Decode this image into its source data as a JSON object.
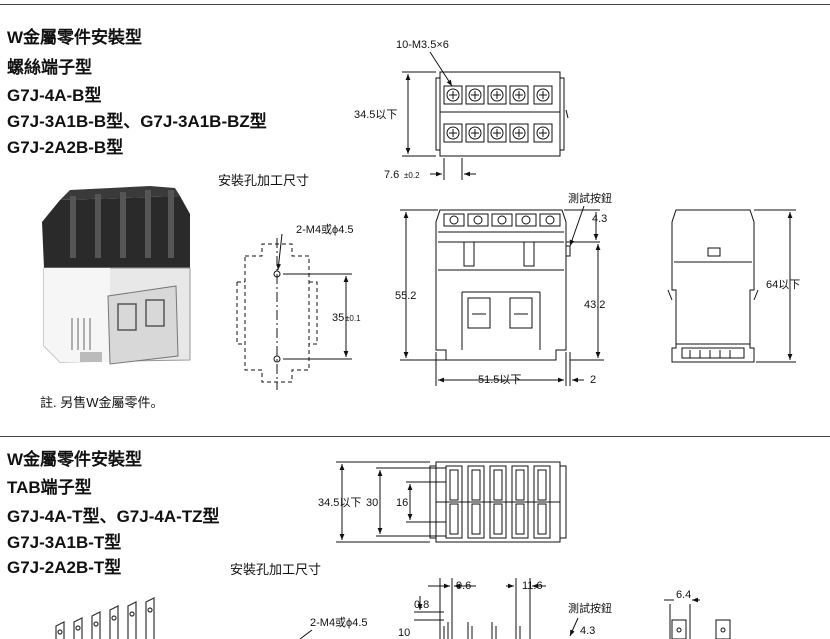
{
  "section1": {
    "title_lines": [
      "W金屬零件安裝型",
      "螺絲端子型",
      "G7J-4A-B型",
      "G7J-3A1B-B型、G7J-3A1B-BZ型",
      "G7J-2A2B-B型"
    ],
    "mount_hole_label": "安裝孔加工尺寸",
    "note": "註. 另售W金屬零件。",
    "dims": {
      "screw": "10-M3.5×6",
      "height_top": "34.5以下",
      "pitch": "7.6",
      "pitch_tol": "±0.2",
      "test_button": "測試按鈕",
      "d43": "4.3",
      "hole": "2-M4或ϕ4.5",
      "hole_pitch": "35",
      "hole_tol": "±0.1",
      "h552": "55.2",
      "h432": "43.2",
      "w515": "51.5以下",
      "d2": "2",
      "h64": "64以下"
    }
  },
  "section2": {
    "title_lines": [
      "W金屬零件安裝型",
      "TAB端子型",
      "G7J-4A-T型、G7J-4A-TZ型",
      "G7J-3A1B-T型",
      "G7J-2A2B-T型"
    ],
    "mount_hole_label": "安裝孔加工尺寸",
    "dims": {
      "h345": "34.5以下",
      "d30": "30",
      "d16": "16",
      "d96": "9.6",
      "d116": "11.6",
      "d08": "0.8",
      "d10": "10",
      "test_button": "測試按鈕",
      "d43": "4.3",
      "hole": "2-M4或ϕ4.5",
      "d64": "6.4"
    }
  }
}
